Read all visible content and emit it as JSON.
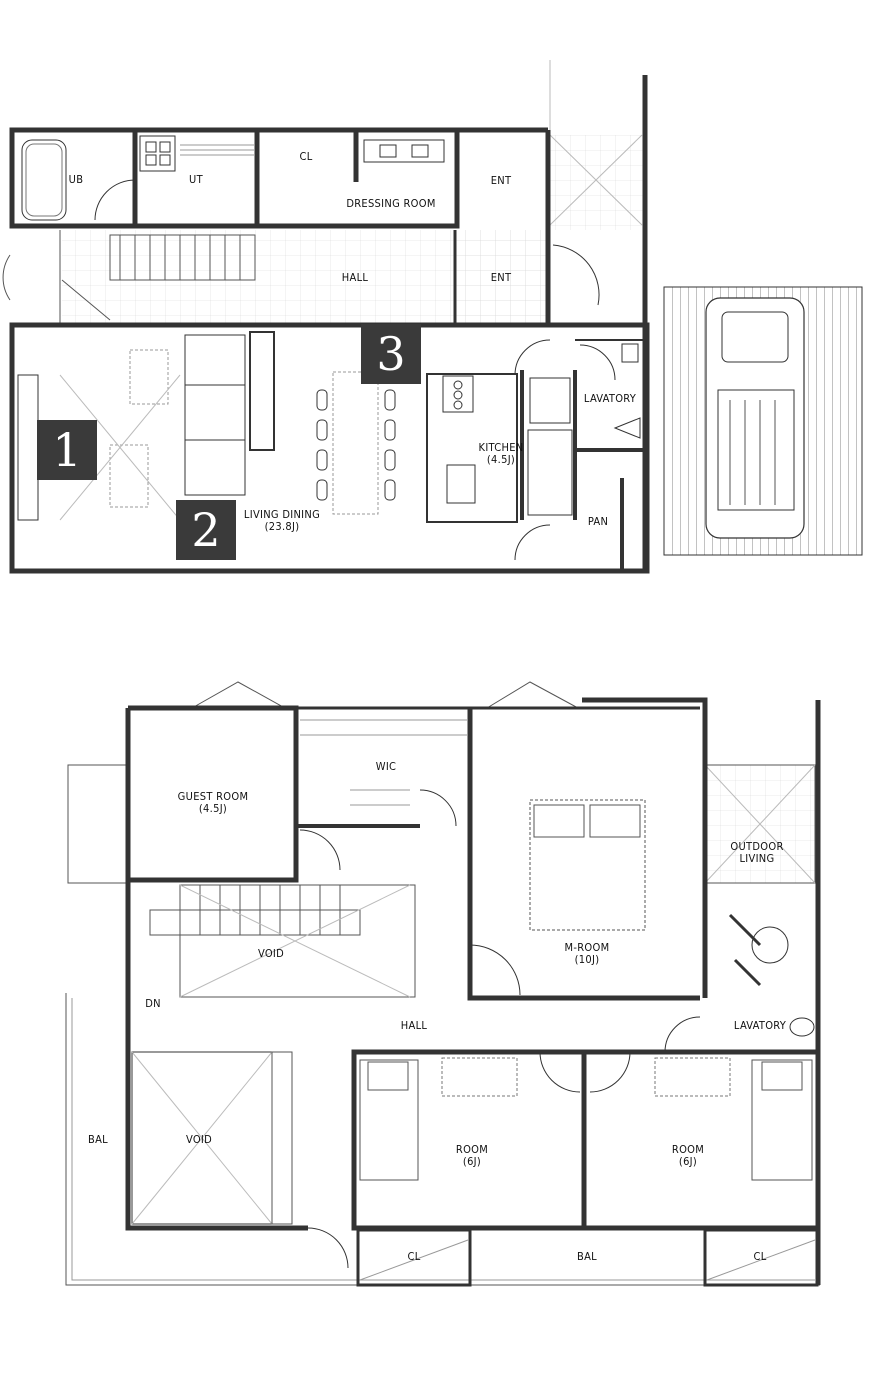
{
  "floor1": {
    "rooms": {
      "ub": "UB",
      "ut": "UT",
      "cl": "CL",
      "dressing": "DRESSING ROOM",
      "ent_top": "ENT",
      "hall": "HALL",
      "ent_bottom": "ENT",
      "lavatory": "LAVATORY",
      "kitchen": "KITCHEN",
      "kitchen_size": "(4.5J)",
      "living": "LIVING DINING",
      "living_size": "(23.8J)",
      "pan": "PAN"
    },
    "markers": [
      "1",
      "2",
      "3"
    ]
  },
  "floor2": {
    "rooms": {
      "guest": "GUEST ROOM",
      "guest_size": "(4.5J)",
      "wic": "WIC",
      "mroom": "M-ROOM",
      "mroom_size": "(10J)",
      "outdoor": "OUTDOOR",
      "outdoor2": "LIVING",
      "void_top": "VOID",
      "dn": "DN",
      "hall": "HALL",
      "lavatory": "LAVATORY",
      "bal_left": "BAL",
      "void_bottom": "VOID",
      "room1": "ROOM",
      "room1_size": "(6J)",
      "room2": "ROOM",
      "room2_size": "(6J)",
      "cl_left": "CL",
      "bal_bottom": "BAL",
      "cl_right": "CL"
    }
  }
}
